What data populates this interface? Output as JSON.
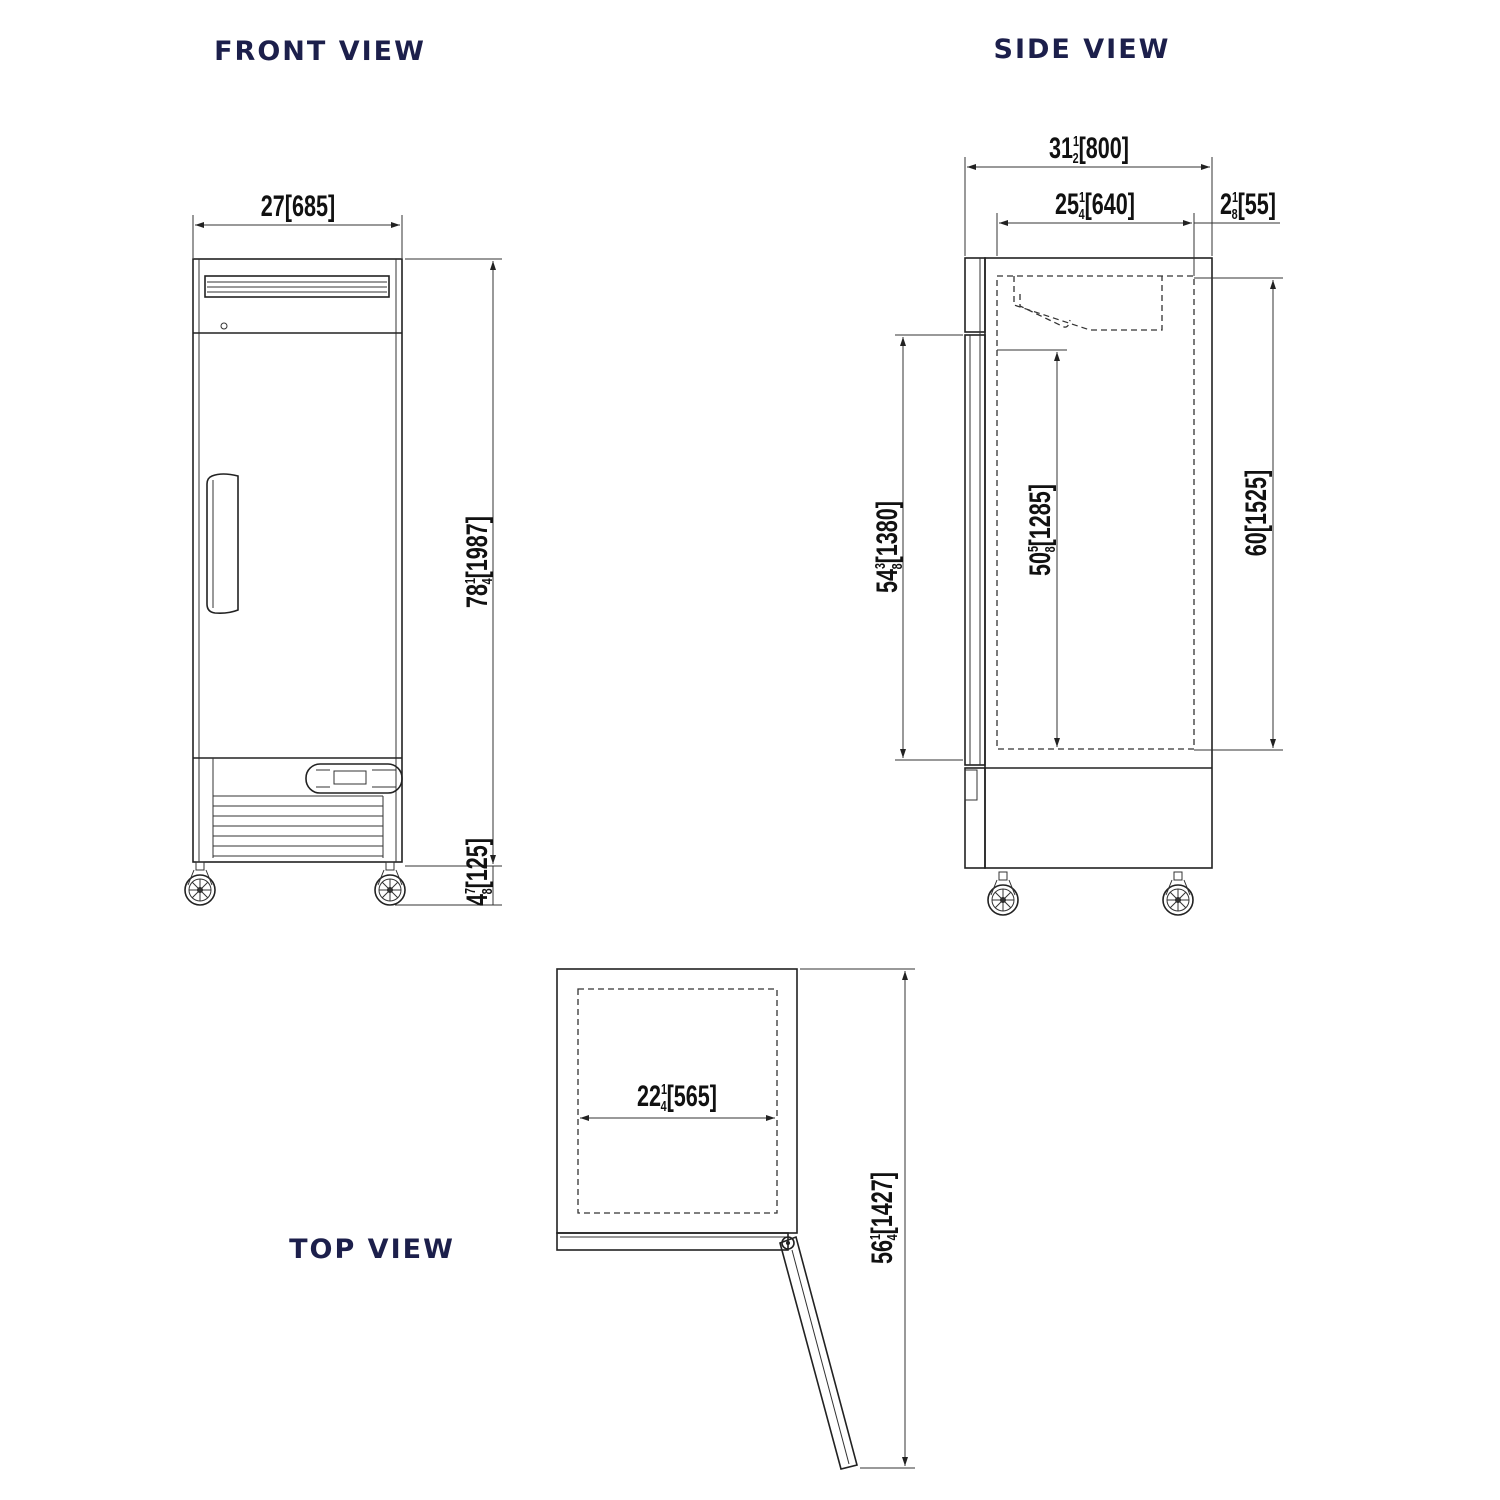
{
  "titles": {
    "front": "FRONT VIEW",
    "side": "SIDE VIEW",
    "top": "TOP VIEW"
  },
  "dimensions": {
    "front_width": {
      "whole": "27",
      "num": "",
      "den": "",
      "mm": "[685]"
    },
    "front_height": {
      "whole": "78",
      "num": "1",
      "den": "4",
      "mm": "[1987]"
    },
    "caster_height": {
      "whole": "4",
      "num": "7",
      "den": "8",
      "mm": "[125]"
    },
    "side_depth_total": {
      "whole": "31",
      "num": "1",
      "den": "2",
      "mm": "[800]"
    },
    "side_depth_body": {
      "whole": "25",
      "num": "1",
      "den": "4",
      "mm": "[640]"
    },
    "side_depth_door": {
      "whole": "2",
      "num": "1",
      "den": "8",
      "mm": "[55]"
    },
    "door_height": {
      "whole": "54",
      "num": "3",
      "den": "8",
      "mm": "[1380]"
    },
    "interior_height": {
      "whole": "50",
      "num": "5",
      "den": "8",
      "mm": "[1285]"
    },
    "cabinet_height": {
      "whole": "60",
      "num": "",
      "den": "",
      "mm": "[1525]"
    },
    "interior_width": {
      "whole": "22",
      "num": "1",
      "den": "4",
      "mm": "[565]"
    },
    "door_open_depth": {
      "whole": "56",
      "num": "1",
      "den": "4",
      "mm": "[1427]"
    }
  },
  "colors": {
    "title": "#1c1f4b",
    "line": "#222222"
  }
}
